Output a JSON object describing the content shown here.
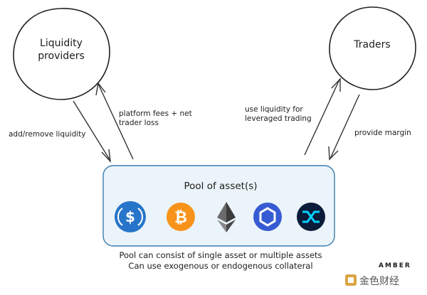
{
  "nodes": {
    "liquidity_providers": {
      "label_line1": "Liquidity",
      "label_line2": "providers"
    },
    "traders": {
      "label": "Traders"
    }
  },
  "edges": {
    "add_remove": "add/remove liquidity",
    "fees_line1": "platform fees + net",
    "fees_line2": "trader loss",
    "use_liquidity_line1": "use liquidity for",
    "use_liquidity_line2": "leveraged trading",
    "provide_margin": "provide margin"
  },
  "pool": {
    "title": "Pool of asset(s)",
    "assets": [
      {
        "icon": "usdc-icon",
        "color": "#2775ca"
      },
      {
        "icon": "bitcoin-icon",
        "color": "#f7931a",
        "glyph": "₿"
      },
      {
        "icon": "ethereum-icon",
        "color": "#3c3c3d"
      },
      {
        "icon": "chainlink-icon",
        "color": "#375bd2"
      },
      {
        "icon": "synthetix-icon",
        "color": "#0b1c3a"
      }
    ]
  },
  "notes": {
    "line1": "Pool can consist of single asset or multiple assets",
    "line2": "Can use exogenous or endogenous collateral"
  },
  "branding": {
    "amber": "AMBER",
    "watermark": "金色财经"
  }
}
